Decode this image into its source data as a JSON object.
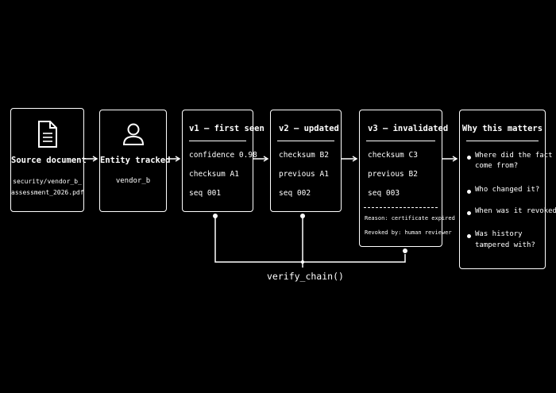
{
  "source": {
    "title": "Source document",
    "path_line1": "security/vendor_b_",
    "path_line2": "assessment_2026.pdf",
    "icon": "document-icon"
  },
  "entity": {
    "title": "Entity tracked",
    "name": "vendor_b",
    "icon": "person-icon"
  },
  "versions": [
    {
      "title": "v1 — first seen",
      "lines": [
        "confidence 0.98",
        "checksum A1",
        "seq 001"
      ]
    },
    {
      "title": "v2 — updated",
      "lines": [
        "checksum B2",
        "previous A1",
        "seq 002"
      ]
    },
    {
      "title": "v3 — invalidated",
      "lines": [
        "checksum C3",
        "previous B2",
        "seq 003"
      ],
      "reason": "Reason: certificate expired",
      "revoked_by": "Revoked by: human reviewer"
    }
  ],
  "why": {
    "title": "Why this matters",
    "items": [
      [
        "Where did the fact",
        "come from?"
      ],
      [
        "Who changed it?"
      ],
      [
        "When was it revoked?"
      ],
      [
        "Was history",
        "tampered with?"
      ]
    ]
  },
  "verify_label": "verify_chain()"
}
